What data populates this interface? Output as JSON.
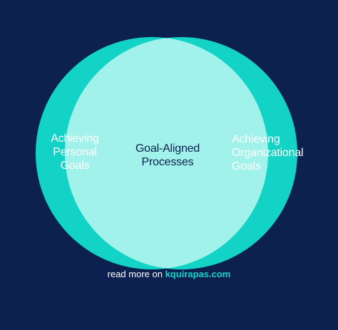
{
  "colors": {
    "background": "#0d2151",
    "circle": "#12d3c6",
    "intersection": "#a0f2ea",
    "label_text": "#ffffff",
    "center_text": "#0d2151",
    "brand": "#16d4c6"
  },
  "diagram": {
    "left_circle": {
      "lines": [
        "Achieving",
        "Personal",
        "Goals"
      ]
    },
    "right_circle": {
      "lines": [
        "Achieving",
        "Organizational",
        "Goals"
      ]
    },
    "intersection": {
      "lines": [
        "Goal-Aligned",
        "Processes"
      ]
    }
  },
  "footer": {
    "prefix": "read more on ",
    "brand": "kquirapas.com"
  }
}
